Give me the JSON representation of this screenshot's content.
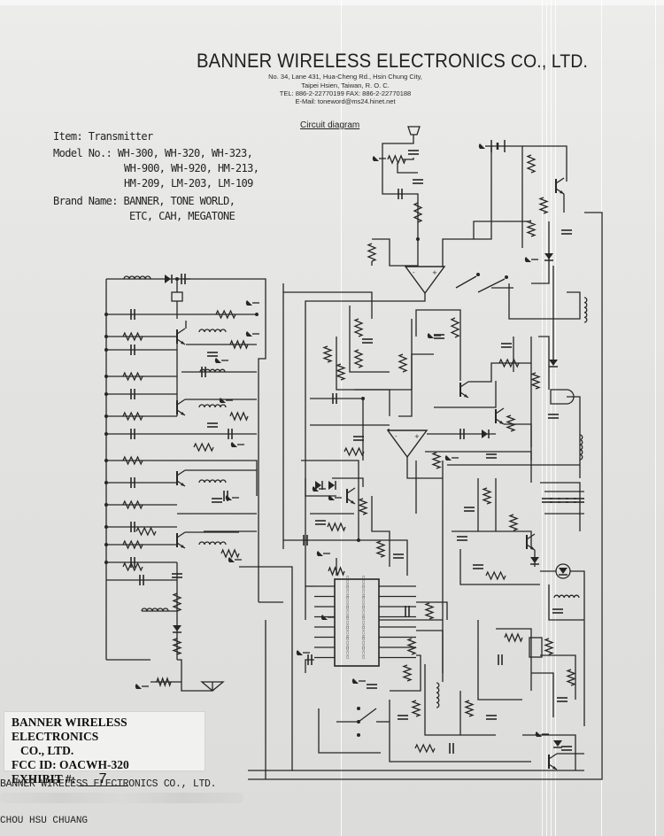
{
  "header": {
    "company_name": "BANNER WIRELESS ELECTRONICS",
    "company_suffix": "CO., LTD.",
    "address_line1": "No. 34, Lane 431, Hua-Cheng Rd., Hsin Chung City,",
    "address_line2": "Taipei Hsien, Taiwan, R. O. C.",
    "phone_fax": "TEL: 886-2-22770199 FAX: 886-2-22770188",
    "email": "E-Mail: toneword@ms24.hinet.net"
  },
  "diagram_title": "Circuit diagram",
  "product_info": {
    "item_label": "Item:",
    "item_value": "Transmitter",
    "model_label": "Model No.:",
    "models": [
      "WH-300, WH-320, WH-323,",
      "WH-900, WH-920, HM-213,",
      "HM-209, LM-203, LM-109"
    ],
    "brand_label": "Brand Name:",
    "brands": [
      "BANNER, TONE WORLD,",
      "ETC, CAH, MEGATONE"
    ]
  },
  "exhibit_label": {
    "company_line1": "BANNER WIRELESS ELECTRONICS",
    "company_line2": "CO., LTD.",
    "fcc_id_label": "FCC ID:",
    "fcc_id": "OACWH-320",
    "exhibit_label": "EXHIBIT #:",
    "exhibit_number": "7"
  },
  "footer": {
    "company_stamp": "BANNER WIRELESS ELECTRONICS CO., LTD.",
    "signatory": "CHOU HSU CHUANG"
  },
  "schematic": {
    "components": [
      "speaker",
      "volume-potentiometer",
      "op-amp-upper",
      "op-amp-lower",
      "ic-chip",
      "crystal",
      "battery",
      "power-switch",
      "led",
      "antenna",
      "transistors",
      "inductors",
      "capacitors",
      "resistors"
    ]
  }
}
